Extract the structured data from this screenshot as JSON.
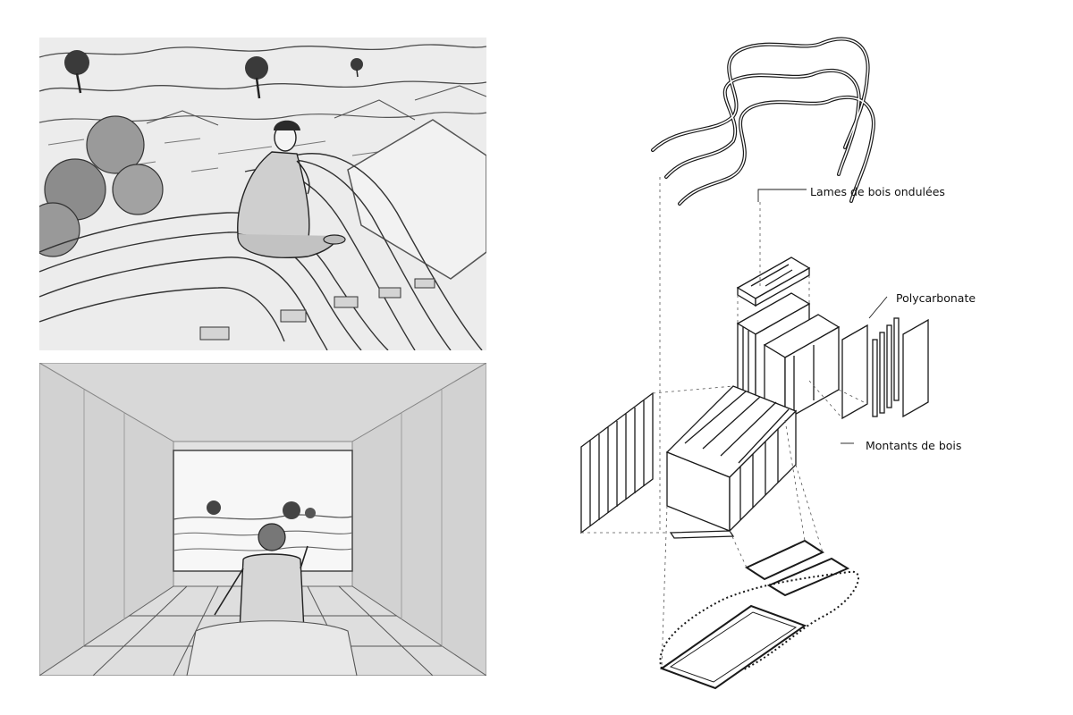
{
  "colors": {
    "ink": "#1a1a1a",
    "paper": "#ffffff",
    "pencil_wash": "#e6e6e6",
    "pencil_shadow": "#b5b5b5"
  },
  "sketches": [
    {
      "subject": "person-sitting-on-wavy-wooden-roof"
    },
    {
      "subject": "person-seated-in-tunnel-looking-out-window"
    }
  ],
  "diagram": {
    "labels": {
      "wavy_slats": "Lames de bois ondulées",
      "polycarbonate": "Polycarbonate",
      "wood_posts": "Montants de bois"
    }
  }
}
